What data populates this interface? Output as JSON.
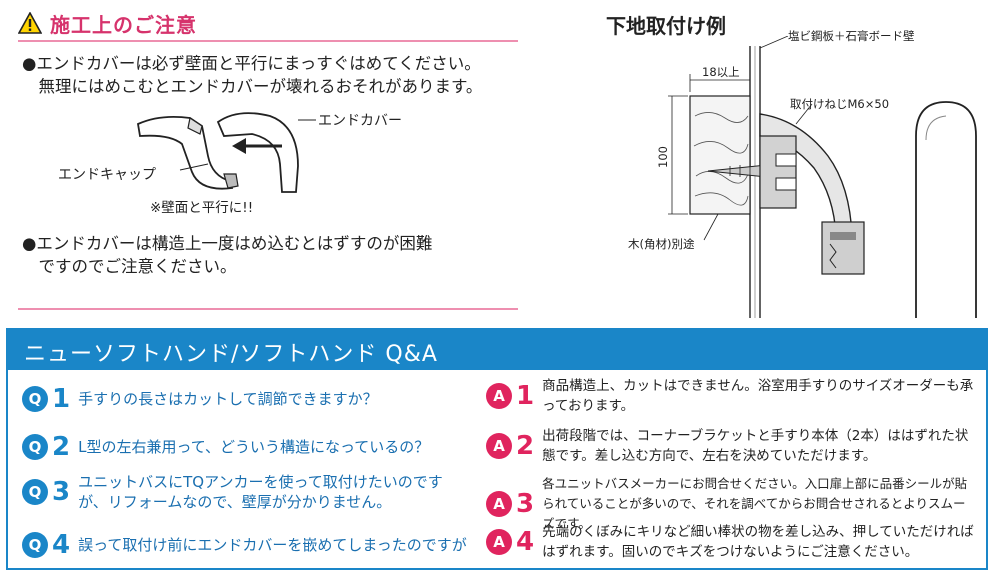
{
  "caution": {
    "title": "施工上のご注意",
    "bullet1_line1": "●エンドカバーは必ず壁面と平行にまっすぐはめてください。",
    "bullet1_line2": "　無理にはめこむとエンドカバーが壊れるおそれがあります。",
    "label_endcover": "エンドカバー",
    "label_endcap": "エンドキャップ",
    "note": "※壁面と平行に!!",
    "bullet2_line1": "●エンドカバーは構造上一度はめ込むとはずすのが困難",
    "bullet2_line2": "　ですのでご注意ください。"
  },
  "install": {
    "title": "下地取付け例",
    "label_wall": "塩ビ鋼板＋石膏ボード壁",
    "label_depth": "18以上",
    "label_screw": "取付けねじM6×50",
    "label_height": "100",
    "label_wood": "木(角材)別途"
  },
  "qa": {
    "title": "ニューソフトハンド/ソフトハンド Q&A",
    "q_badge": "Q",
    "a_badge": "A",
    "items": [
      {
        "num": "1",
        "q": "手すりの長さはカットして調節できますか？",
        "a": "商品構造上、カットはできません。浴室用手すりのサイズオーダーも承っております。"
      },
      {
        "num": "2",
        "q": "L型の左右兼用って、どういう構造になっているの？",
        "a": "出荷段階では、コーナーブラケットと手すり本体（2本）ははずれた状態です。差し込む方向で、左右を決めていただけます。"
      },
      {
        "num": "3",
        "q": "ユニットバスにTQアンカーを使って取付けたいのですが、リフォームなので、壁厚が分かりません。",
        "a": "各ユニットバスメーカーにお問合せください。入口扉上部に品番シールが貼られていることが多いので、それを調べてからお問合せされるとよりスムーズです。"
      },
      {
        "num": "4",
        "q": "誤って取付け前にエンドカバーを嵌めてしまったのですが",
        "a": "先端のくぼみにキリなど細い棒状の物を差し込み、押していただければはずれます。固いのでキズをつけないようにご注意ください。"
      }
    ]
  }
}
